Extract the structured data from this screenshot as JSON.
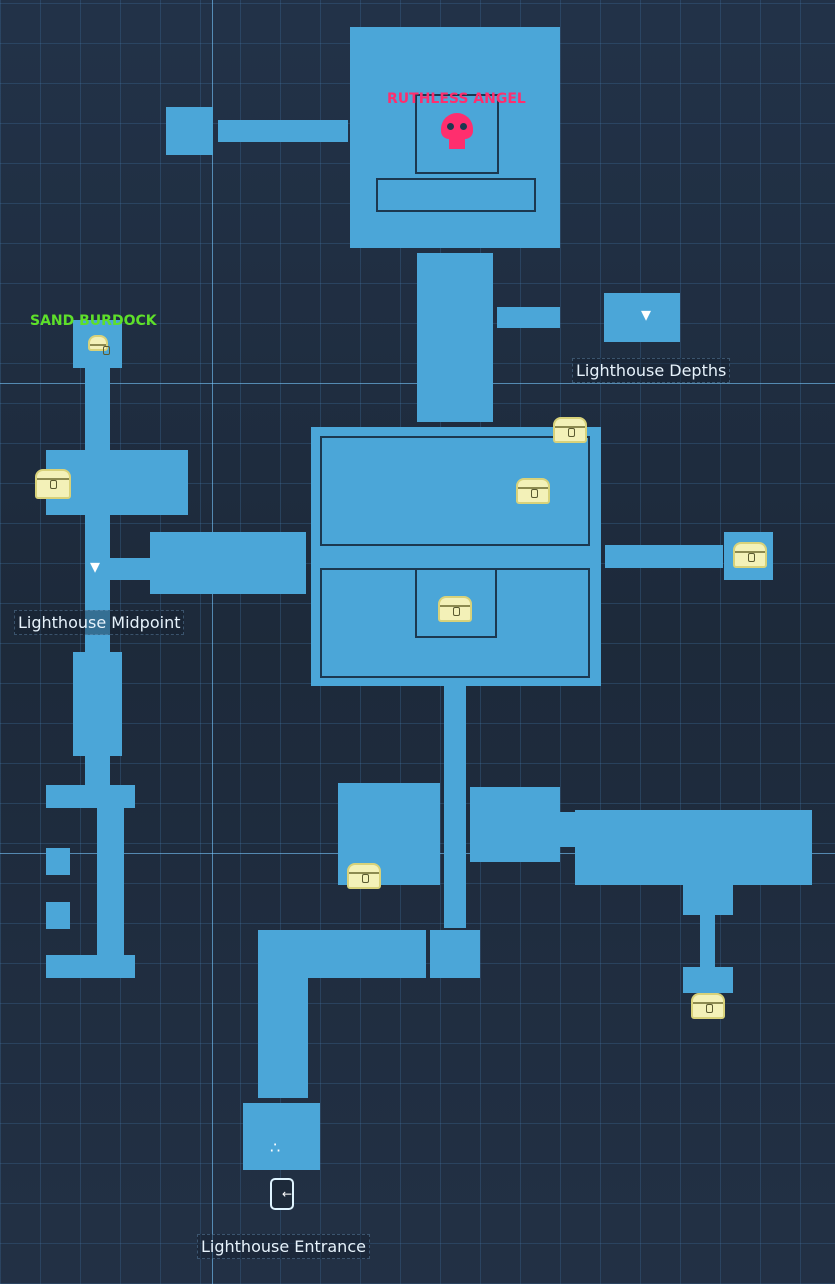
{
  "colors": {
    "room": "#4ba6d8",
    "boss": "#ff2e6e",
    "npc": "#5ee02a",
    "chest": "#f3f1b8"
  },
  "boss": {
    "name": "RUTHLESS ANGEL",
    "icon": "skull-icon"
  },
  "npc": {
    "name": "SAND BURDOCK",
    "icon": "chest-icon"
  },
  "locations": {
    "depths": "Lighthouse Depths",
    "midpoint": "Lighthouse Midpoint",
    "entrance": "Lighthouse Entrance"
  }
}
